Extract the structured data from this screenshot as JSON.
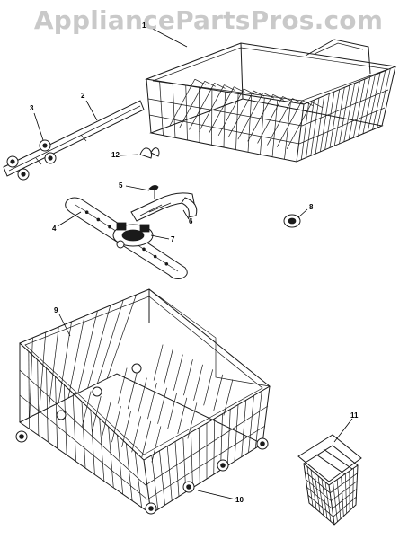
{
  "watermark": {
    "text": "AppliancePartsPros.com"
  },
  "callouts": [
    {
      "id": "upper-rack",
      "label": "1"
    },
    {
      "id": "rack-track",
      "label": "2"
    },
    {
      "id": "track-roller",
      "label": "3"
    },
    {
      "id": "spray-arm",
      "label": "4"
    },
    {
      "id": "clip",
      "label": "5"
    },
    {
      "id": "spray-tube",
      "label": "6"
    },
    {
      "id": "arm-manifold",
      "label": "7"
    },
    {
      "id": "upper-wheel",
      "label": "8"
    },
    {
      "id": "lower-rack",
      "label": "9"
    },
    {
      "id": "lower-wheel",
      "label": "10"
    },
    {
      "id": "silverware-basket",
      "label": "11"
    },
    {
      "id": "stop-clip",
      "label": "12"
    }
  ]
}
